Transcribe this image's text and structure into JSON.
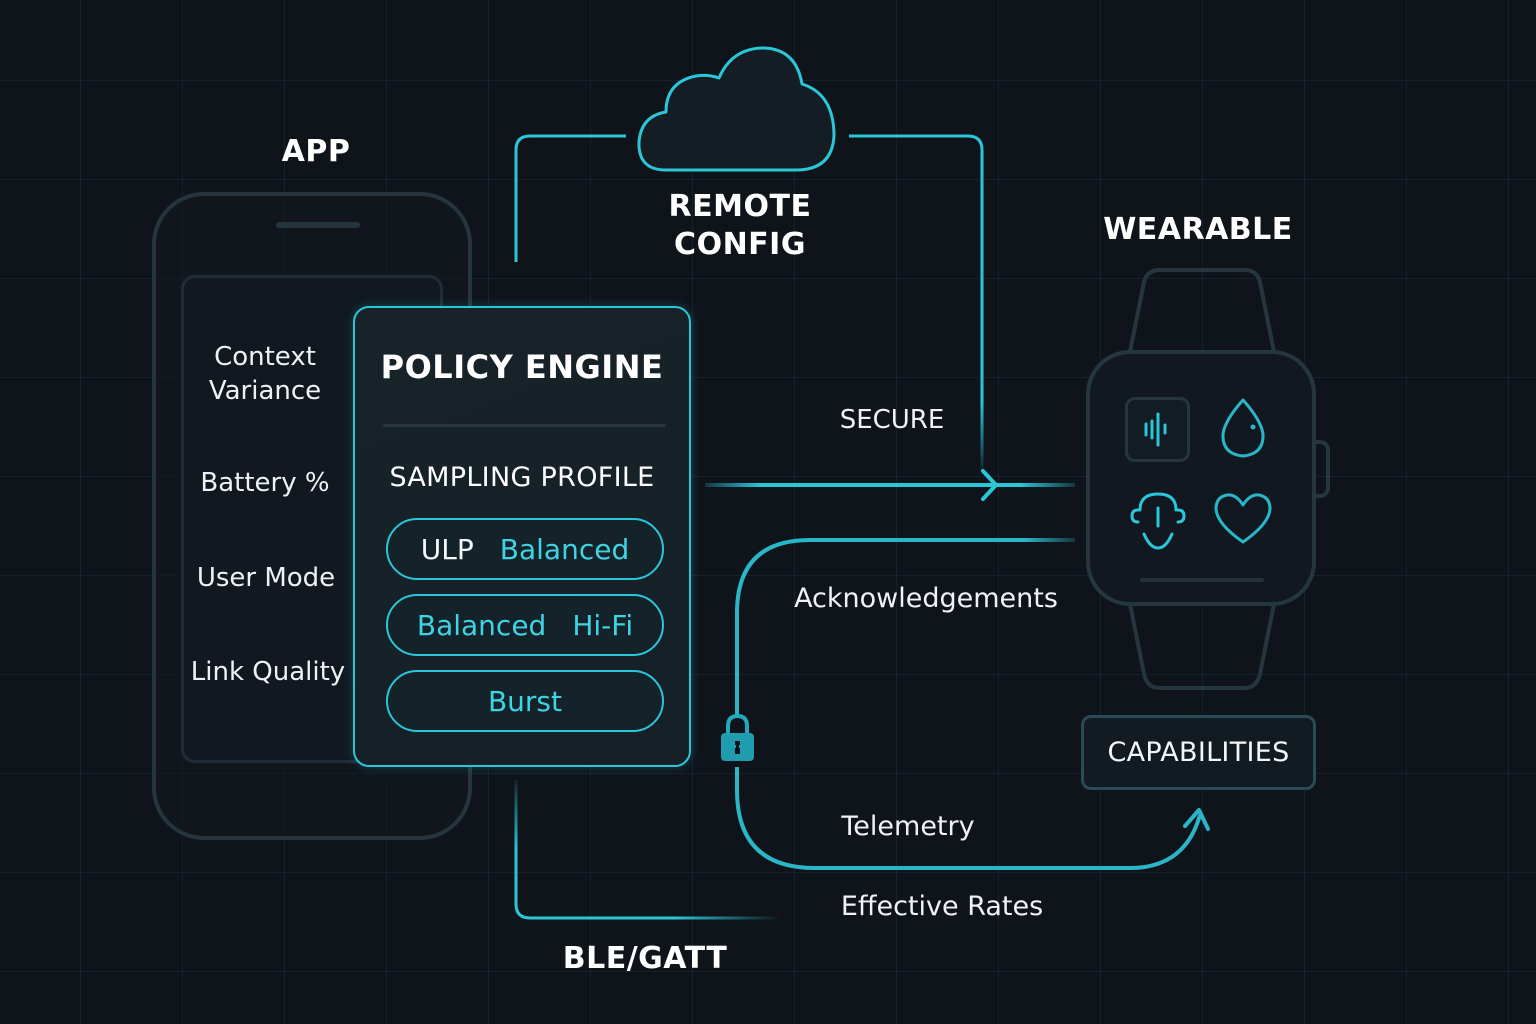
{
  "colors": {
    "background": "#0f141b",
    "accent": "#2bc6d8",
    "accent_text": "#3fd3e3",
    "device_outline": "#26363f",
    "text": "#f2f5f7"
  },
  "app": {
    "title": "APP",
    "context_inputs": [
      {
        "label": "Context\nVariance",
        "line1": "Context",
        "line2": "Variance"
      },
      {
        "label": "Battery %"
      },
      {
        "label": "User Mode"
      },
      {
        "label": "Link Quality"
      }
    ]
  },
  "policy_engine": {
    "title": "POLICY ENGINE",
    "subtitle": "SAMPLING PROFILE",
    "profiles": [
      {
        "left": "ULP",
        "right": "Balanced"
      },
      {
        "left": "Balanced",
        "right": "Hi-Fi"
      },
      {
        "single": "Burst"
      }
    ]
  },
  "cloud": {
    "icon": "cloud-icon",
    "title_line1": "REMOTE",
    "title_line2": "CONFIG"
  },
  "wearable": {
    "title": "WEARABLE",
    "sensor_icons": [
      "audio-waveform-icon",
      "water-drop-icon",
      "face-sensor-icon",
      "heart-icon"
    ],
    "capabilities_label": "CAPABILITIES"
  },
  "links": {
    "secure_label": "SECURE",
    "ack_label": "Acknowledgements",
    "telemetry_label": "Telemetry",
    "effective_rates_label": "Effective Rates",
    "transport_label": "BLE/GATT",
    "lock_icon": "lock-icon"
  }
}
